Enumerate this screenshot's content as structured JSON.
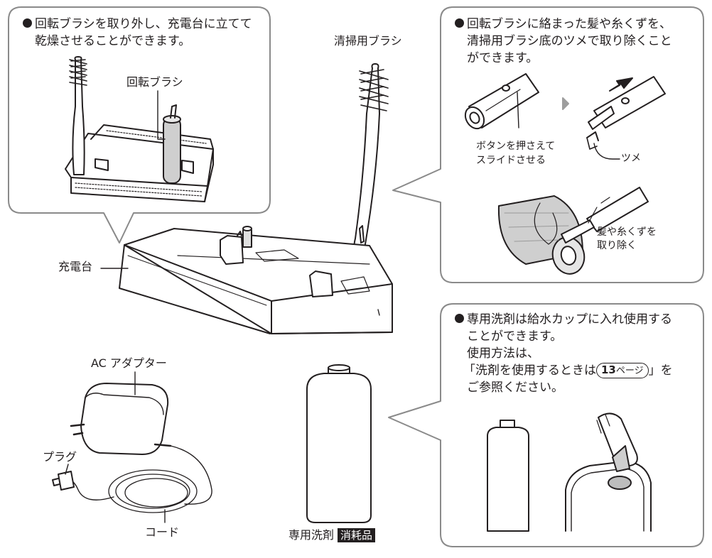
{
  "topleft": {
    "note_line1": "回転ブラシを取り外し、充電台に立てて",
    "note_line2": "乾燥させることができます。",
    "rotating_brush_label": "回転ブラシ"
  },
  "center": {
    "cleaning_brush_label": "清掃用ブラシ",
    "charging_stand_label": "充電台"
  },
  "topright": {
    "note_line1": "回転ブラシに絡まった髪や糸くずを、",
    "note_line2": "清掃用ブラシ底のツメで取り除くこと",
    "note_line3": "ができます。",
    "button_label_line1": "ボタンを押さえて",
    "button_label_line2": "スライドさせる",
    "claw_label": "ツメ",
    "remove_label_line1": "髪や糸くずを",
    "remove_label_line2": "取り除く"
  },
  "adapter": {
    "ac_adapter_label": "AC アダプター",
    "plug_label": "プラグ",
    "cord_label": "コード"
  },
  "detergent": {
    "bottle_label": "専用洗剤",
    "consumable_badge": "消耗品"
  },
  "bottomright": {
    "note_line1": "専用洗剤は給水カップに入れ使用する",
    "note_line2": "ことができます。",
    "note_line3": "使用方法は、",
    "note_line4_pre": "「洗剤を使用するときは",
    "page_ref_num": "13",
    "page_ref_suffix": "ページ",
    "note_line4_post": "」を",
    "note_line5": "ご参照ください。"
  }
}
